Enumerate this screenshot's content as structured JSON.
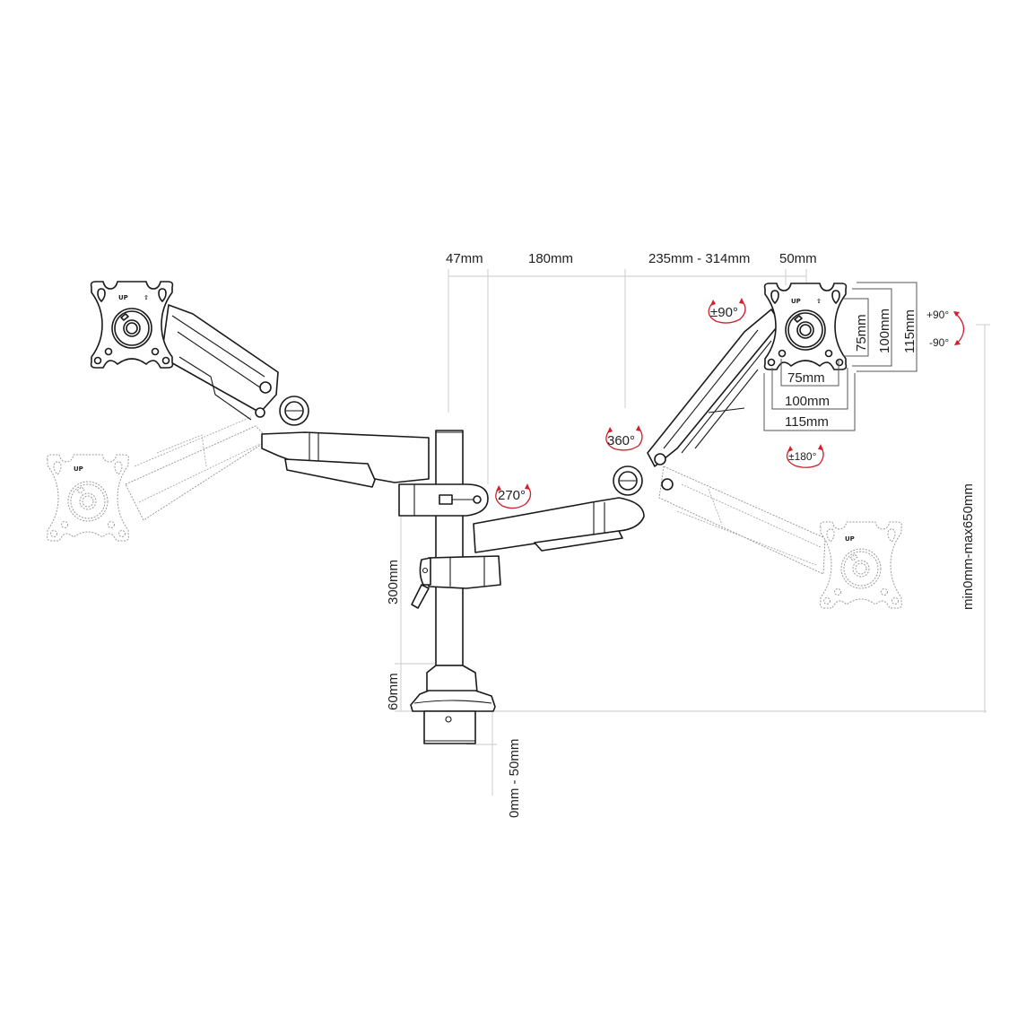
{
  "diagram": {
    "type": "dual-monitor-arm-dimension-drawing",
    "top_dimensions": [
      "47mm",
      "180mm",
      "235mm - 314mm",
      "50mm"
    ],
    "vesa_horizontal": [
      "75mm",
      "100mm",
      "115mm"
    ],
    "vesa_vertical": [
      "75mm",
      "100mm",
      "115mm"
    ],
    "pole_dimensions": {
      "collar_height": "300mm",
      "base_height": "60mm",
      "clamp_range": "0mm - 50mm"
    },
    "height_adjustment": "min0mm-max650mm",
    "rotations": {
      "arm_base": "270°",
      "elbow": "360°",
      "tilt": "±90°",
      "swivel": "±180°",
      "rotate_plus": "+90°",
      "rotate_minus": "-90°"
    },
    "plate_markings": {
      "up_label": "UP",
      "up_arrow": "⇧"
    }
  }
}
